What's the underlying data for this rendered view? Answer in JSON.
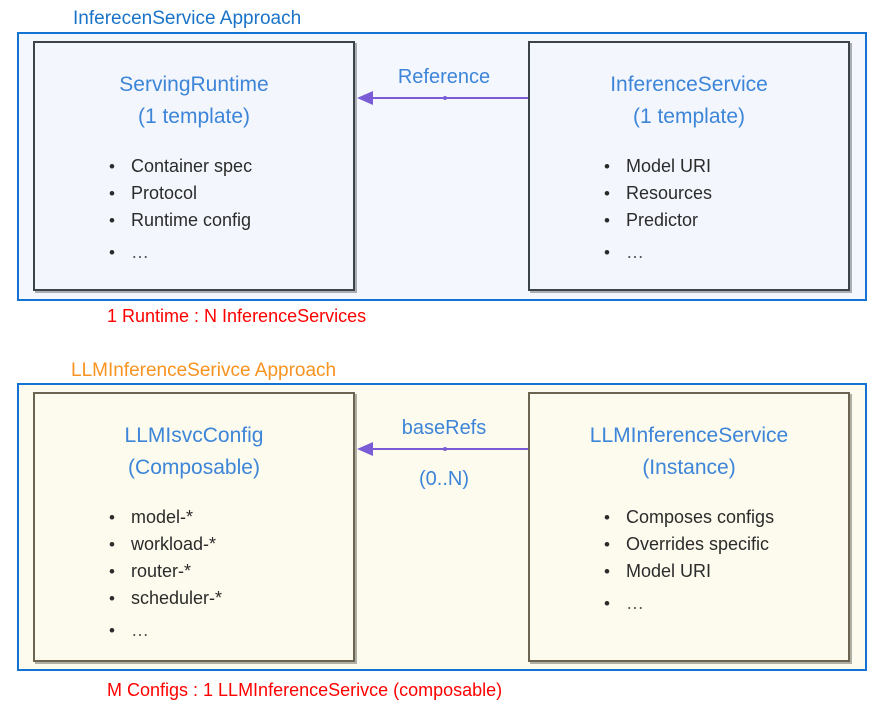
{
  "diagram": {
    "title": "InferenceService vs LLMInferenceService approach comparison",
    "colors": {
      "group_border_blue": "#1273d4",
      "heading_blue": "#1a73c8",
      "heading_orange": "#f79320",
      "card_title_blue": "#3d85d8",
      "caption_red": "#ff0000",
      "arrow_purple": "#7a5cd6",
      "group_fill_blue": "#f4f8fe",
      "group_fill_cream": "#fdfbed"
    },
    "sections": [
      {
        "id": "isvc",
        "heading": "InferecenService Approach",
        "caption": "1 Runtime : N InferenceServices",
        "left_card": {
          "title_line1": "ServingRuntime",
          "title_line2": "(1 template)",
          "bullets": [
            "Container spec",
            "Protocol",
            "Runtime config",
            "…"
          ]
        },
        "right_card": {
          "title_line1": "InferenceService",
          "title_line2": "(1 template)",
          "bullets": [
            "Model URI",
            "Resources",
            "Predictor",
            "…"
          ]
        },
        "relation": {
          "label": "Reference",
          "sublabel": "",
          "direction": "right-to-left"
        }
      },
      {
        "id": "llm",
        "heading": "LLMInferenceSerivce Approach",
        "caption": "M Configs : 1 LLMInferenceSerivce (composable)",
        "left_card": {
          "title_line1": "LLMIsvcConfig",
          "title_line2": "(Composable)",
          "bullets": [
            "model-*",
            "workload-*",
            "router-*",
            "scheduler-*",
            "…"
          ]
        },
        "right_card": {
          "title_line1": "LLMInferenceService",
          "title_line2": "(Instance)",
          "bullets": [
            "Composes configs",
            "Overrides specific",
            "Model URI",
            "…"
          ]
        },
        "relation": {
          "label": "baseRefs",
          "sublabel": "(0..N)",
          "direction": "right-to-left"
        }
      }
    ]
  }
}
